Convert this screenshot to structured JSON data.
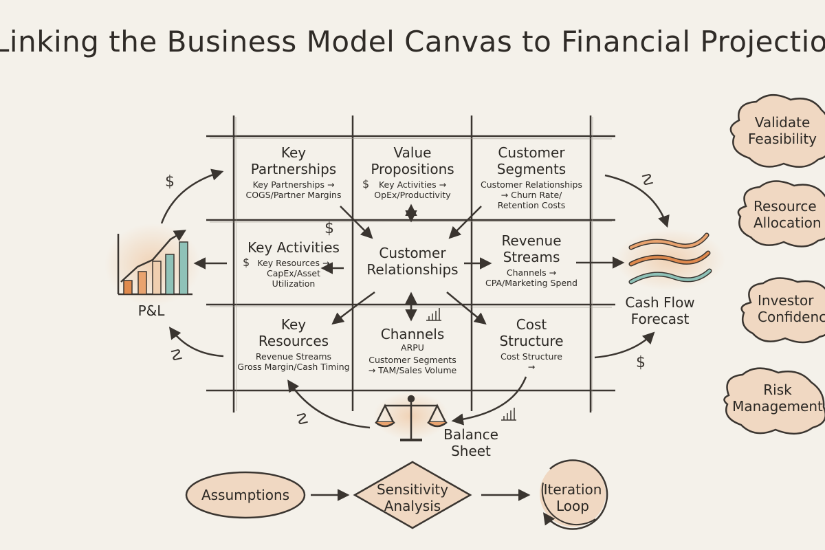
{
  "title": "Linking the Business Model Canvas to Financial Projections",
  "canvas": {
    "key_partnerships": {
      "heading": "Key Partnerships",
      "link": "Key Partnerships →",
      "link2": "COGS/Partner Margins"
    },
    "value_propositions": {
      "heading": "Value Propositions",
      "link": "Key Activities →",
      "link2": "OpEx/Productivity"
    },
    "customer_segments": {
      "heading": "Customer Segments",
      "link": "Customer Relationships",
      "link2": "→ Churn Rate/",
      "link3": "Retention Costs"
    },
    "key_activities": {
      "heading": "Key Activities",
      "link": "Key Resources →",
      "link2": "CapEx/Asset",
      "link3": "Utilization"
    },
    "customer_relationships": {
      "heading": "Customer Relationships"
    },
    "revenue_streams": {
      "heading": "Revenue Streams",
      "link": "Channels →",
      "link2": "CPA/Marketing Spend"
    },
    "key_resources": {
      "heading": "Key Resources",
      "link": "Revenue Streams",
      "link2": "Gross Margin/Cash Timing"
    },
    "channels": {
      "heading": "Channels",
      "sub": "ARPU",
      "link": "Customer Segments",
      "link2": "→ TAM/Sales Volume"
    },
    "cost_structure": {
      "heading": "Cost Structure",
      "link": "Cost Structure",
      "link2": "→"
    }
  },
  "statements": {
    "pl": "P&L",
    "cash_flow": "Cash Flow Forecast",
    "balance_sheet": "Balance Sheet"
  },
  "process": {
    "assumptions": "Assumptions",
    "sensitivity": "Sensitivity Analysis",
    "iteration": "Iteration Loop"
  },
  "outcomes": [
    "Validate Feasibility",
    "Resource Allocation",
    "Investor Confidence",
    "Risk Management"
  ],
  "symbols": {
    "dollar": "$",
    "scribble": "☡"
  },
  "colors": {
    "background": "#f4f1ea",
    "ink": "#2b2824",
    "peach": "#f0cfb0",
    "teal": "#8fc2b8",
    "orange": "#e08a4e"
  }
}
